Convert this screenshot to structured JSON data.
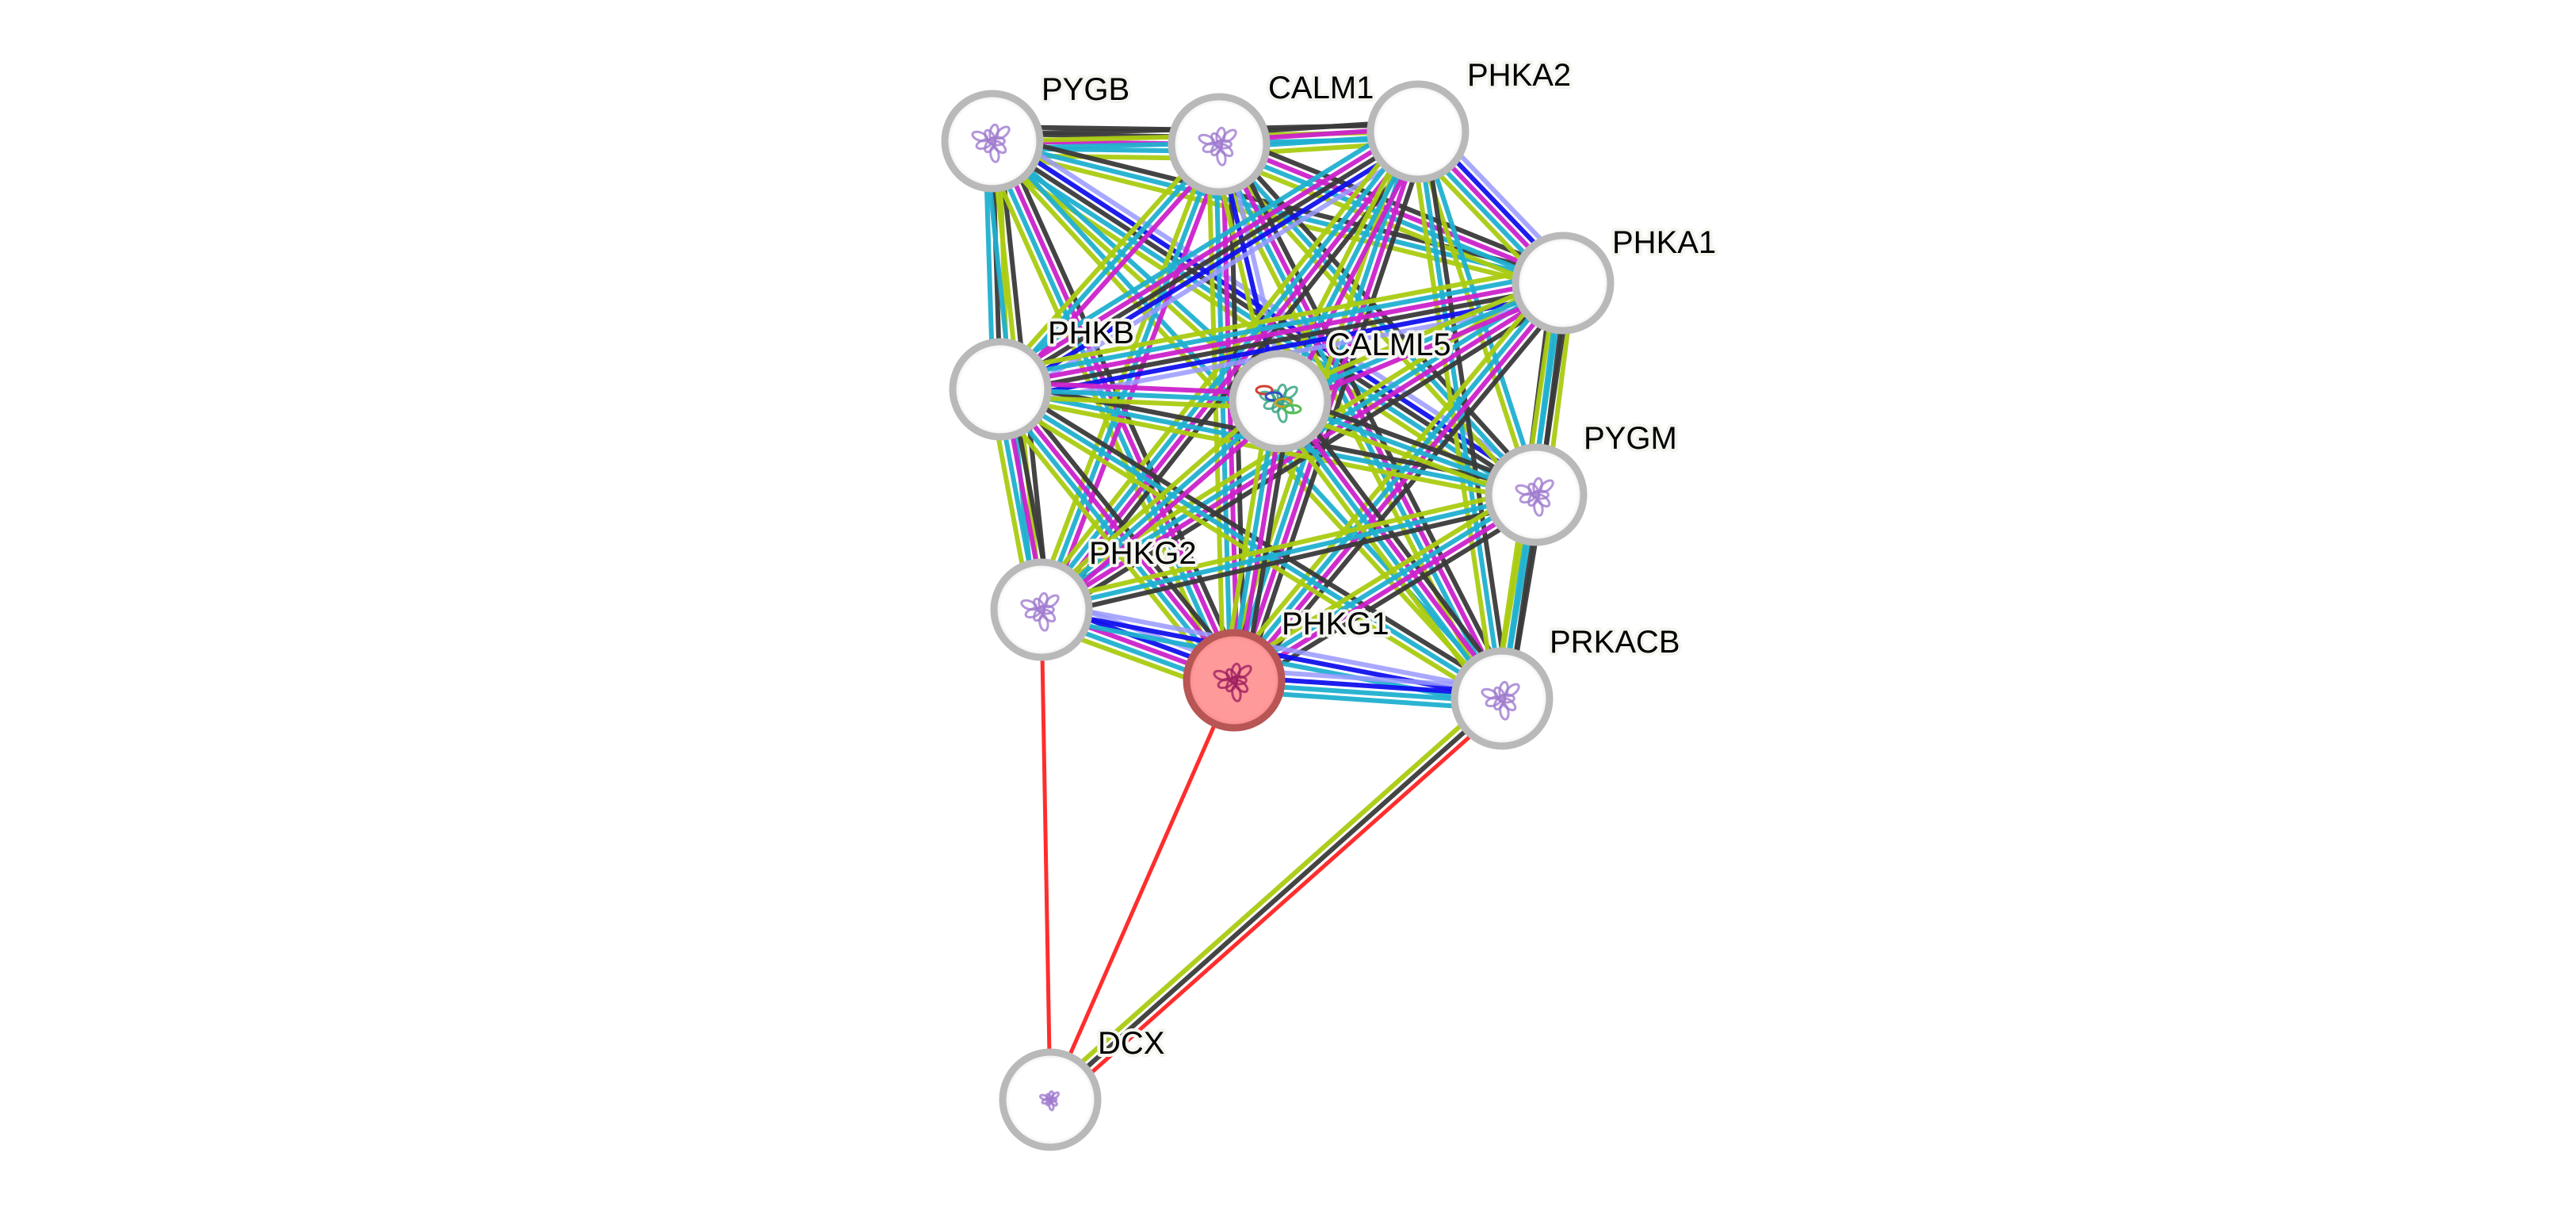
{
  "network": {
    "query_protein": "PHKG1",
    "nodes": [
      {
        "id": "PYGB",
        "label": "PYGB",
        "has_structure": true,
        "query": false
      },
      {
        "id": "CALM1",
        "label": "CALM1",
        "has_structure": true,
        "query": false
      },
      {
        "id": "PHKA2",
        "label": "PHKA2",
        "has_structure": false,
        "query": false
      },
      {
        "id": "PHKA1",
        "label": "PHKA1",
        "has_structure": false,
        "query": false
      },
      {
        "id": "PHKB",
        "label": "PHKB",
        "has_structure": false,
        "query": false
      },
      {
        "id": "CALML5",
        "label": "CALML5",
        "has_structure": true,
        "query": false
      },
      {
        "id": "PYGM",
        "label": "PYGM",
        "has_structure": true,
        "query": false
      },
      {
        "id": "PHKG2",
        "label": "PHKG2",
        "has_structure": true,
        "query": false
      },
      {
        "id": "PHKG1",
        "label": "PHKG1",
        "has_structure": true,
        "query": true
      },
      {
        "id": "PRKACB",
        "label": "PRKACB",
        "has_structure": true,
        "query": false
      },
      {
        "id": "DCX",
        "label": "DCX",
        "has_structure": true,
        "query": false
      }
    ],
    "evidence_colors": {
      "coexpression": "#3a3a3a",
      "experiments": "#cc22cc",
      "databases": "#20b0d0",
      "textmining": "#aacc11",
      "homology": "#9999ff",
      "cooccurrence": "#1111ee",
      "gene_fusion": "#ff2222"
    },
    "edges": [
      {
        "a": "PYGB",
        "b": "CALM1",
        "ev": [
          "coexpression",
          "coexpression",
          "experiments",
          "databases",
          "textmining"
        ]
      },
      {
        "a": "PYGB",
        "b": "PHKB",
        "ev": [
          "textmining",
          "coexpression",
          "databases"
        ]
      },
      {
        "a": "PYGB",
        "b": "PHKA2",
        "ev": [
          "coexpression",
          "textmining",
          "databases"
        ]
      },
      {
        "a": "PYGB",
        "b": "PHKA1",
        "ev": [
          "coexpression",
          "databases",
          "textmining"
        ]
      },
      {
        "a": "PYGB",
        "b": "PHKG2",
        "ev": [
          "coexpression",
          "textmining",
          "databases"
        ]
      },
      {
        "a": "PYGB",
        "b": "PHKG1",
        "ev": [
          "coexpression",
          "experiments",
          "databases",
          "textmining"
        ]
      },
      {
        "a": "PYGB",
        "b": "PYGM",
        "ev": [
          "homology",
          "cooccurrence",
          "coexpression",
          "databases",
          "textmining"
        ]
      },
      {
        "a": "PYGB",
        "b": "CALML5",
        "ev": [
          "databases",
          "textmining"
        ]
      },
      {
        "a": "PYGB",
        "b": "PRKACB",
        "ev": [
          "databases",
          "textmining"
        ]
      },
      {
        "a": "CALM1",
        "b": "PHKA2",
        "ev": [
          "coexpression",
          "experiments",
          "databases",
          "textmining"
        ]
      },
      {
        "a": "CALM1",
        "b": "PHKA1",
        "ev": [
          "coexpression",
          "experiments",
          "databases",
          "textmining"
        ]
      },
      {
        "a": "CALM1",
        "b": "PHKB",
        "ev": [
          "experiments",
          "databases",
          "textmining"
        ]
      },
      {
        "a": "CALM1",
        "b": "PHKG2",
        "ev": [
          "experiments",
          "databases",
          "textmining"
        ]
      },
      {
        "a": "CALM1",
        "b": "PHKG1",
        "ev": [
          "coexpression",
          "experiments",
          "databases",
          "textmining"
        ]
      },
      {
        "a": "CALM1",
        "b": "PYGM",
        "ev": [
          "coexpression",
          "databases",
          "textmining"
        ]
      },
      {
        "a": "CALM1",
        "b": "PRKACB",
        "ev": [
          "coexpression",
          "experiments",
          "databases",
          "textmining"
        ]
      },
      {
        "a": "CALM1",
        "b": "CALML5",
        "ev": [
          "homology",
          "cooccurrence",
          "textmining"
        ]
      },
      {
        "a": "PHKA2",
        "b": "PHKA1",
        "ev": [
          "homology",
          "cooccurrence",
          "experiments",
          "databases",
          "textmining"
        ]
      },
      {
        "a": "PHKA2",
        "b": "PHKB",
        "ev": [
          "homology",
          "cooccurrence",
          "coexpression",
          "experiments",
          "databases"
        ]
      },
      {
        "a": "PHKA2",
        "b": "PHKG2",
        "ev": [
          "coexpression",
          "experiments",
          "databases",
          "textmining"
        ]
      },
      {
        "a": "PHKA2",
        "b": "PHKG1",
        "ev": [
          "coexpression",
          "experiments",
          "databases",
          "textmining"
        ]
      },
      {
        "a": "PHKA2",
        "b": "PYGM",
        "ev": [
          "databases",
          "textmining"
        ]
      },
      {
        "a": "PHKA2",
        "b": "PRKACB",
        "ev": [
          "coexpression",
          "databases",
          "textmining"
        ]
      },
      {
        "a": "PHKA2",
        "b": "CALML5",
        "ev": [
          "experiments",
          "databases",
          "textmining"
        ]
      },
      {
        "a": "PHKA1",
        "b": "PHKB",
        "ev": [
          "homology",
          "cooccurrence",
          "coexpression",
          "experiments",
          "databases",
          "textmining"
        ]
      },
      {
        "a": "PHKA1",
        "b": "PHKG2",
        "ev": [
          "coexpression",
          "experiments",
          "databases",
          "textmining"
        ]
      },
      {
        "a": "PHKA1",
        "b": "PHKG1",
        "ev": [
          "coexpression",
          "experiments",
          "databases",
          "textmining"
        ]
      },
      {
        "a": "PHKA1",
        "b": "PYGM",
        "ev": [
          "textmining",
          "coexpression",
          "databases",
          "coexpression"
        ]
      },
      {
        "a": "PHKA1",
        "b": "PRKACB",
        "ev": [
          "coexpression",
          "databases",
          "textmining"
        ]
      },
      {
        "a": "PHKA1",
        "b": "CALML5",
        "ev": [
          "experiments",
          "databases",
          "textmining"
        ]
      },
      {
        "a": "PHKB",
        "b": "PHKG2",
        "ev": [
          "coexpression",
          "experiments",
          "databases",
          "textmining"
        ]
      },
      {
        "a": "PHKB",
        "b": "PHKG1",
        "ev": [
          "coexpression",
          "experiments",
          "databases",
          "textmining"
        ]
      },
      {
        "a": "PHKB",
        "b": "PYGM",
        "ev": [
          "coexpression",
          "databases",
          "textmining"
        ]
      },
      {
        "a": "PHKB",
        "b": "PRKACB",
        "ev": [
          "coexpression",
          "databases",
          "textmining"
        ]
      },
      {
        "a": "PHKB",
        "b": "CALML5",
        "ev": [
          "experiments",
          "databases",
          "textmining"
        ]
      },
      {
        "a": "CALML5",
        "b": "PHKG2",
        "ev": [
          "experiments",
          "databases",
          "textmining"
        ]
      },
      {
        "a": "CALML5",
        "b": "PHKG1",
        "ev": [
          "coexpression",
          "experiments",
          "databases",
          "textmining"
        ]
      },
      {
        "a": "CALML5",
        "b": "PYGM",
        "ev": [
          "coexpression",
          "databases",
          "textmining"
        ]
      },
      {
        "a": "CALML5",
        "b": "PRKACB",
        "ev": [
          "coexpression",
          "experiments",
          "databases",
          "textmining"
        ]
      },
      {
        "a": "PYGM",
        "b": "PHKG2",
        "ev": [
          "coexpression",
          "databases",
          "textmining"
        ]
      },
      {
        "a": "PYGM",
        "b": "PHKG1",
        "ev": [
          "coexpression",
          "experiments",
          "databases",
          "textmining"
        ]
      },
      {
        "a": "PYGM",
        "b": "PRKACB",
        "ev": [
          "coexpression",
          "databases",
          "textmining"
        ]
      },
      {
        "a": "PHKG2",
        "b": "PHKG1",
        "ev": [
          "homology",
          "cooccurrence",
          "experiments",
          "databases",
          "textmining"
        ]
      },
      {
        "a": "PHKG2",
        "b": "PRKACB",
        "ev": [
          "homology",
          "cooccurrence",
          "databases"
        ]
      },
      {
        "a": "PHKG1",
        "b": "PRKACB",
        "ev": [
          "homology",
          "cooccurrence",
          "databases",
          "databases"
        ]
      },
      {
        "a": "PHKG2",
        "b": "DCX",
        "ev": [
          "gene_fusion"
        ]
      },
      {
        "a": "PHKG1",
        "b": "DCX",
        "ev": [
          "gene_fusion"
        ]
      },
      {
        "a": "PRKACB",
        "b": "DCX",
        "ev": [
          "gene_fusion",
          "coexpression",
          "textmining"
        ]
      }
    ]
  }
}
